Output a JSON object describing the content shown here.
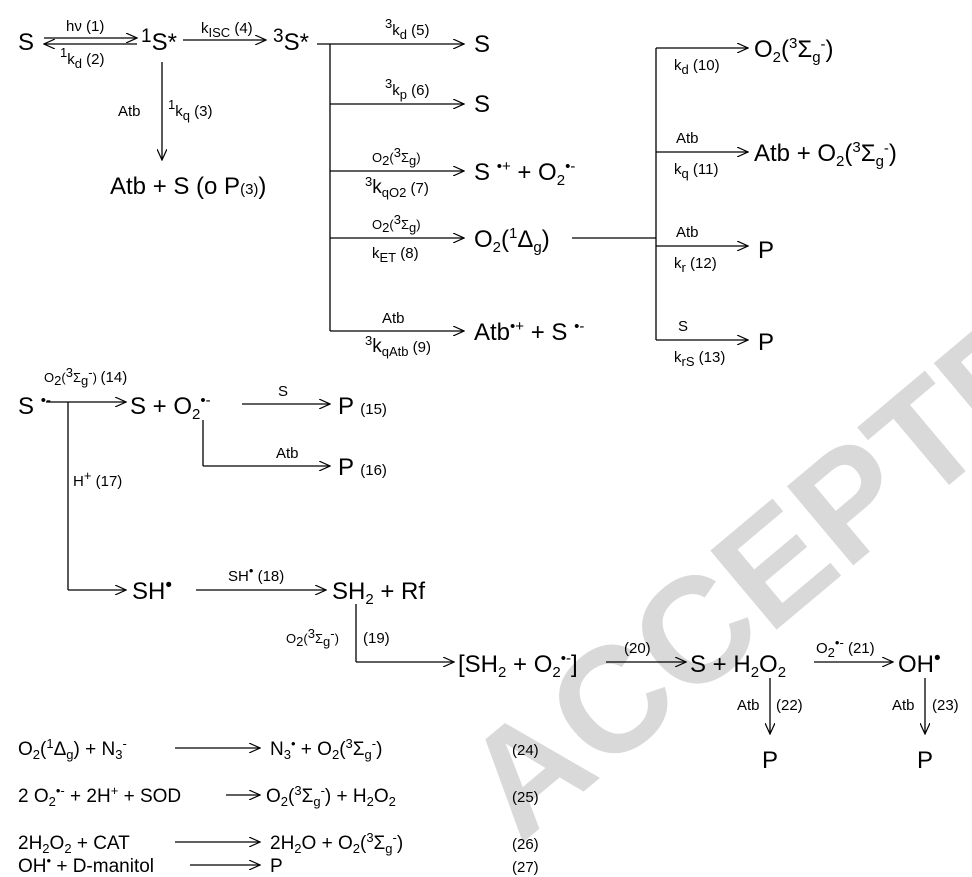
{
  "watermark": "ACCEPTED MANUSCRIPT",
  "scheme": {
    "r1": "hν (1)",
    "r2": "k (2)",
    "r3": "k (3)",
    "r3_reagent": "Atb",
    "r4": "k (4)",
    "r5": "k (5)",
    "r6": "k (6)",
    "r7": "k (7)",
    "r8": "k (8)",
    "r9": "k (9)",
    "r10": "k (10)",
    "r11": "k (11)",
    "r12": "k (12)",
    "r13": "k (13)",
    "r14": "(14)",
    "r15": "(15)",
    "r16": "(16)",
    "r17": "H+ (17)",
    "r18": "(18)",
    "r19": "(19)",
    "r20": "(20)",
    "r21": "(21)",
    "r22": "(22)",
    "r23": "(23)",
    "r24": "(24)",
    "r25": "(25)",
    "r26": "(26)",
    "r27": "(27)",
    "atb": "Atb",
    "s": "S",
    "p": "P",
    "rf": "SH₂ + Rf",
    "sh": "SH",
    "atb_s_p": "Atb + S (o P(3))"
  },
  "equations": {
    "eq24": "O₂(¹Δg) + N₃⁻ → N₃˙ + O₂(³Σg⁻)",
    "eq25": "2 O₂˙⁻ + 2H⁺ + SOD → O₂(³Σg⁻) + H₂O₂",
    "eq26": "2H₂O₂ + CAT → 2H₂O + O₂(³Σg⁻)",
    "eq27": "OH˙ + D-manitol → P"
  }
}
